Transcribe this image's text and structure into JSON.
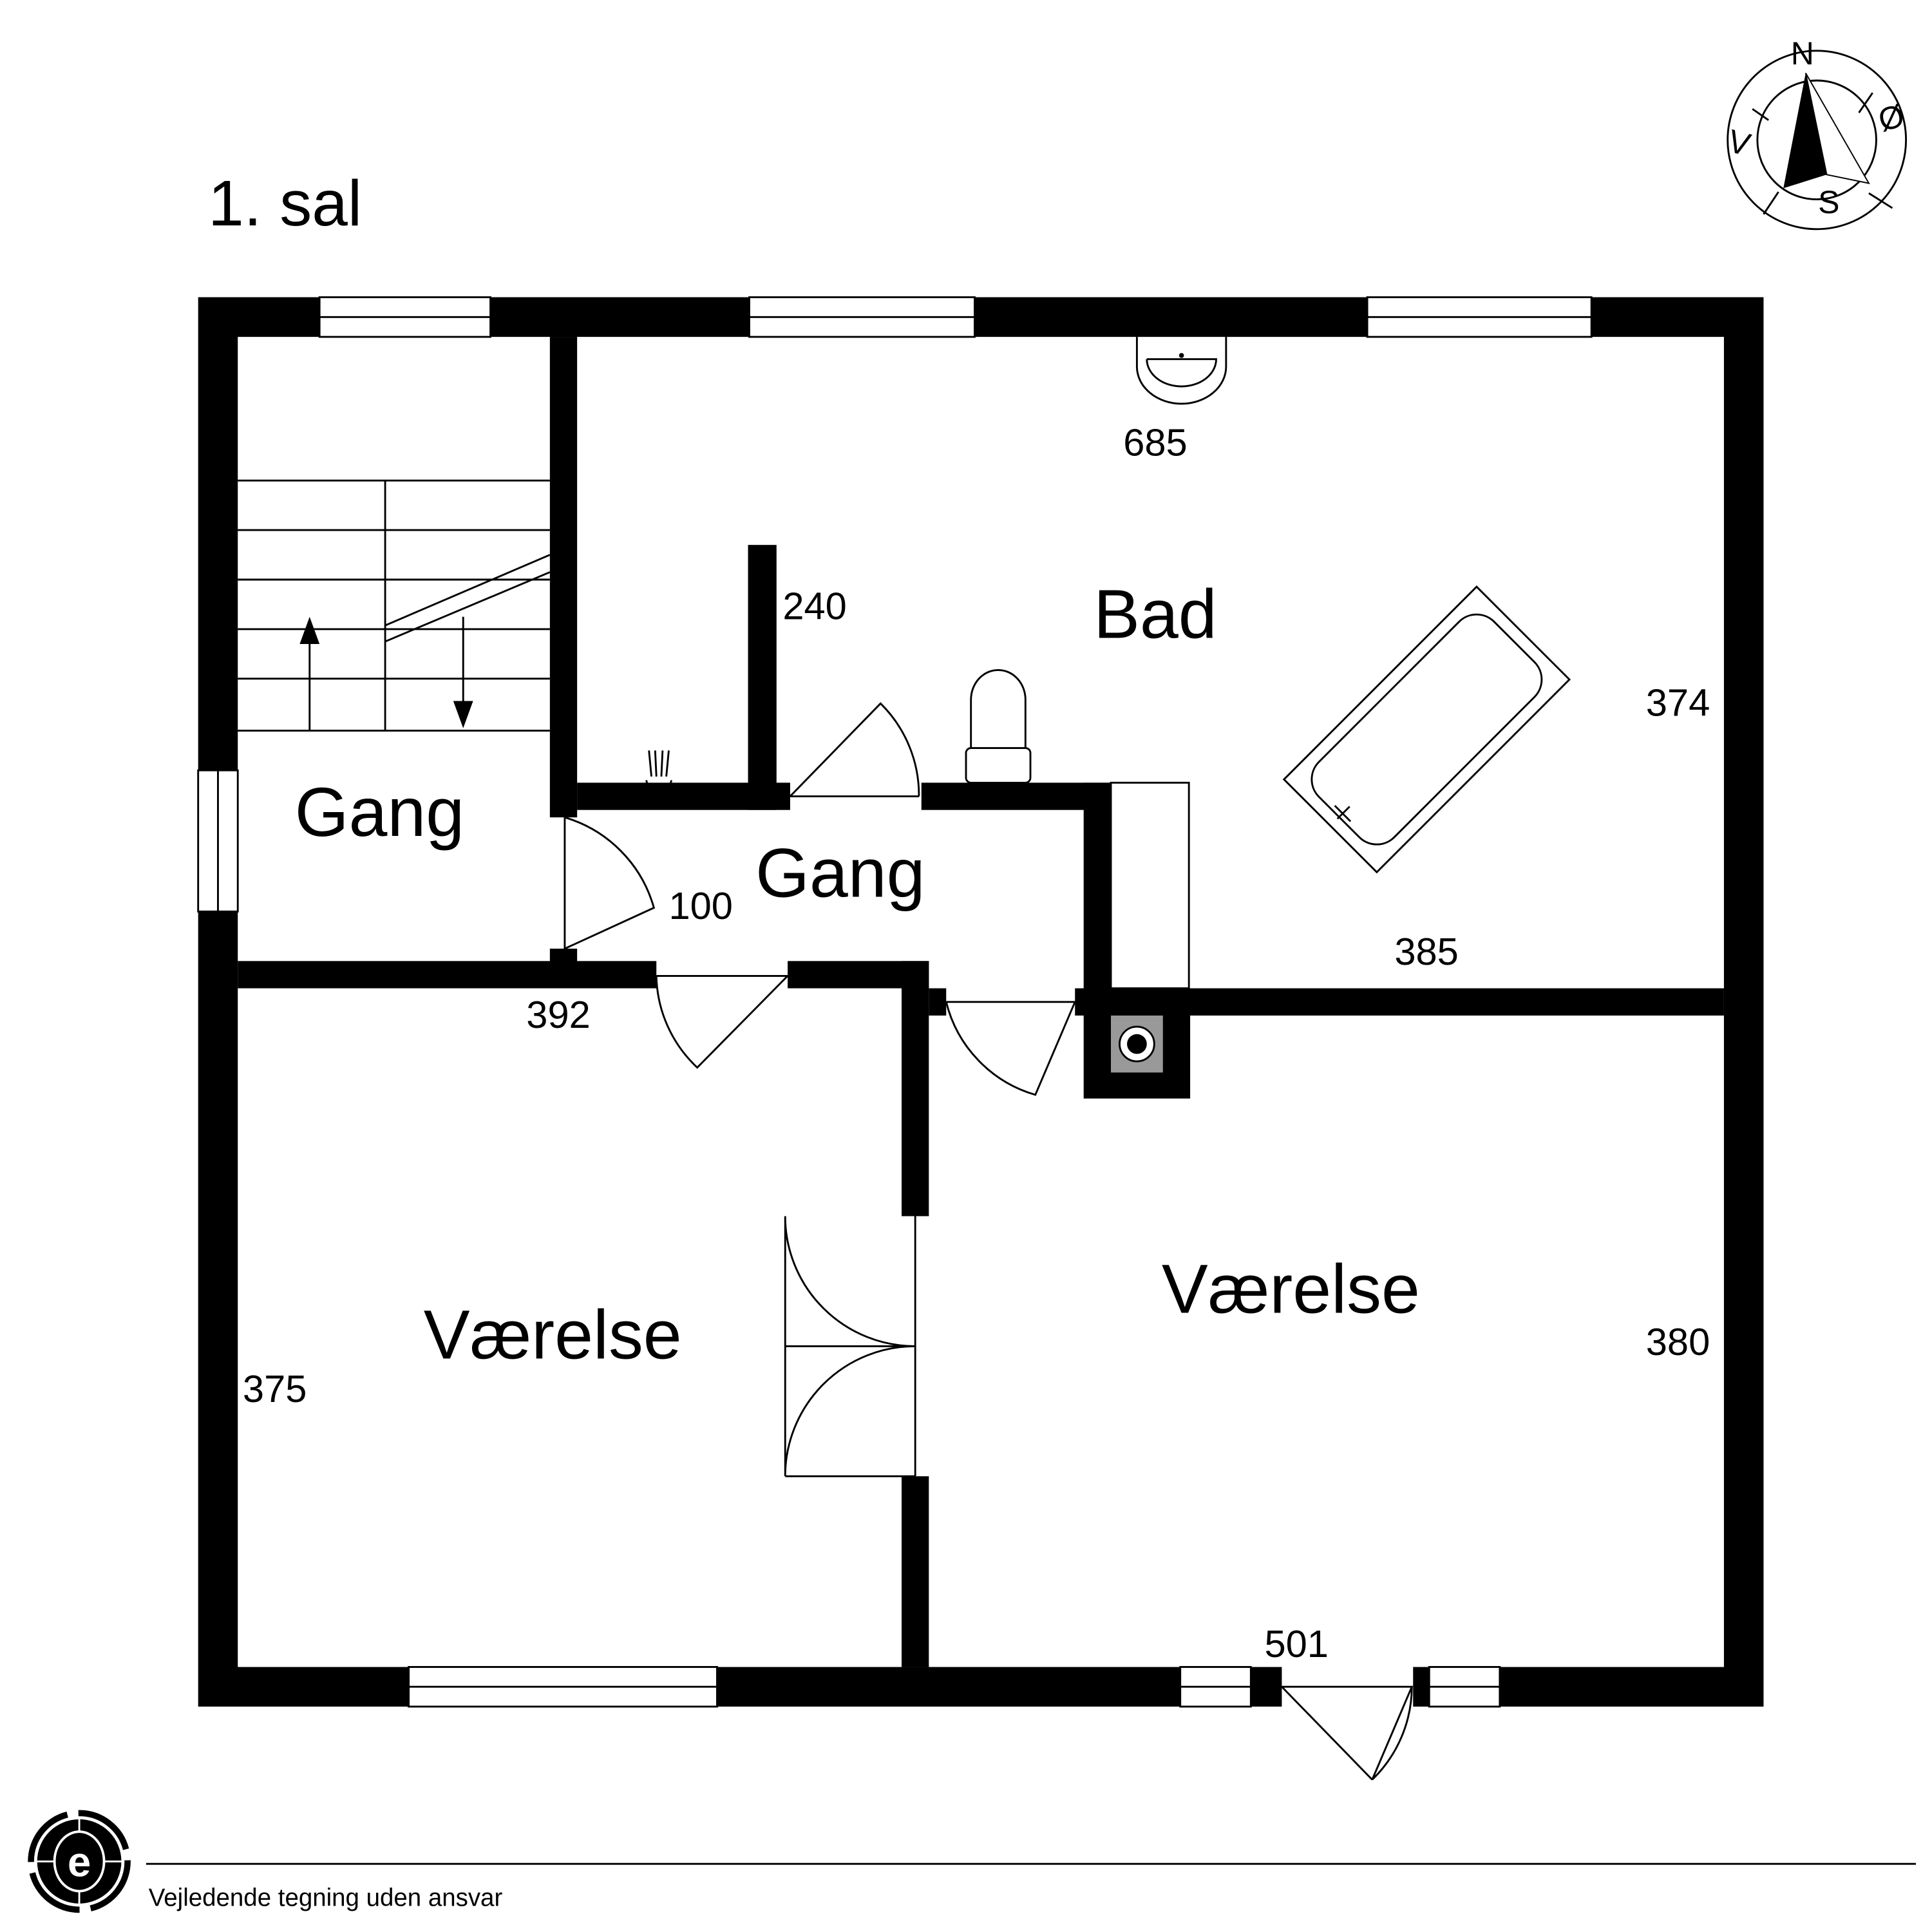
{
  "floor_title": "1. sal",
  "compass": {
    "north": "N",
    "east": "Ø",
    "south": "S",
    "west": "V"
  },
  "rooms": {
    "gang_stairs": "Gang",
    "gang_hall": "Gang",
    "bad": "Bad",
    "vaerelse_left": "Værelse",
    "vaerelse_right": "Værelse"
  },
  "dimensions": {
    "bad_width": "685",
    "partition": "240",
    "bad_depth": "374",
    "bad_bottom": "385",
    "gang_door": "100",
    "gang_width": "392",
    "left_room_depth": "375",
    "right_room_depth": "380",
    "total_width": "501"
  },
  "footer": {
    "logo_letter": "e",
    "disclaimer": "Vejledende tegning uden ansvar"
  }
}
